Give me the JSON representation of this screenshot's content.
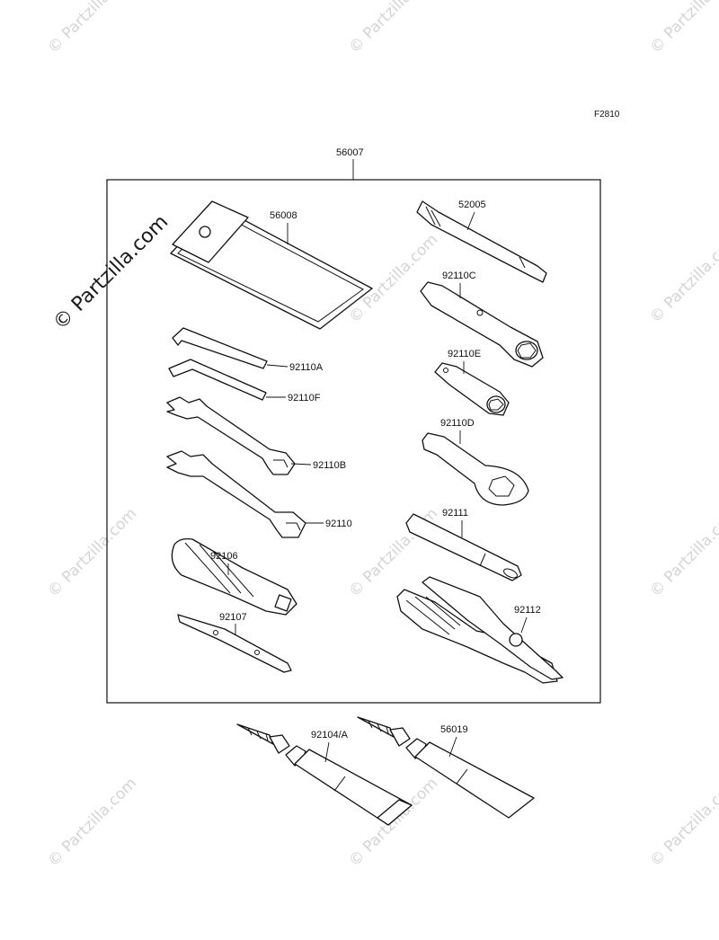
{
  "figure_code": "F2810",
  "kit_number": "56007",
  "watermark_main": "© Partzilla.com",
  "watermark_tile": "© Partzilla.com",
  "parts": [
    {
      "id": "56008"
    },
    {
      "id": "92110A"
    },
    {
      "id": "92110F"
    },
    {
      "id": "92110B"
    },
    {
      "id": "92110"
    },
    {
      "id": "92106"
    },
    {
      "id": "92107"
    },
    {
      "id": "52005"
    },
    {
      "id": "92110C"
    },
    {
      "id": "92110E"
    },
    {
      "id": "92110D"
    },
    {
      "id": "92111"
    },
    {
      "id": "92112"
    },
    {
      "id": "92104/A"
    },
    {
      "id": "56019"
    }
  ]
}
